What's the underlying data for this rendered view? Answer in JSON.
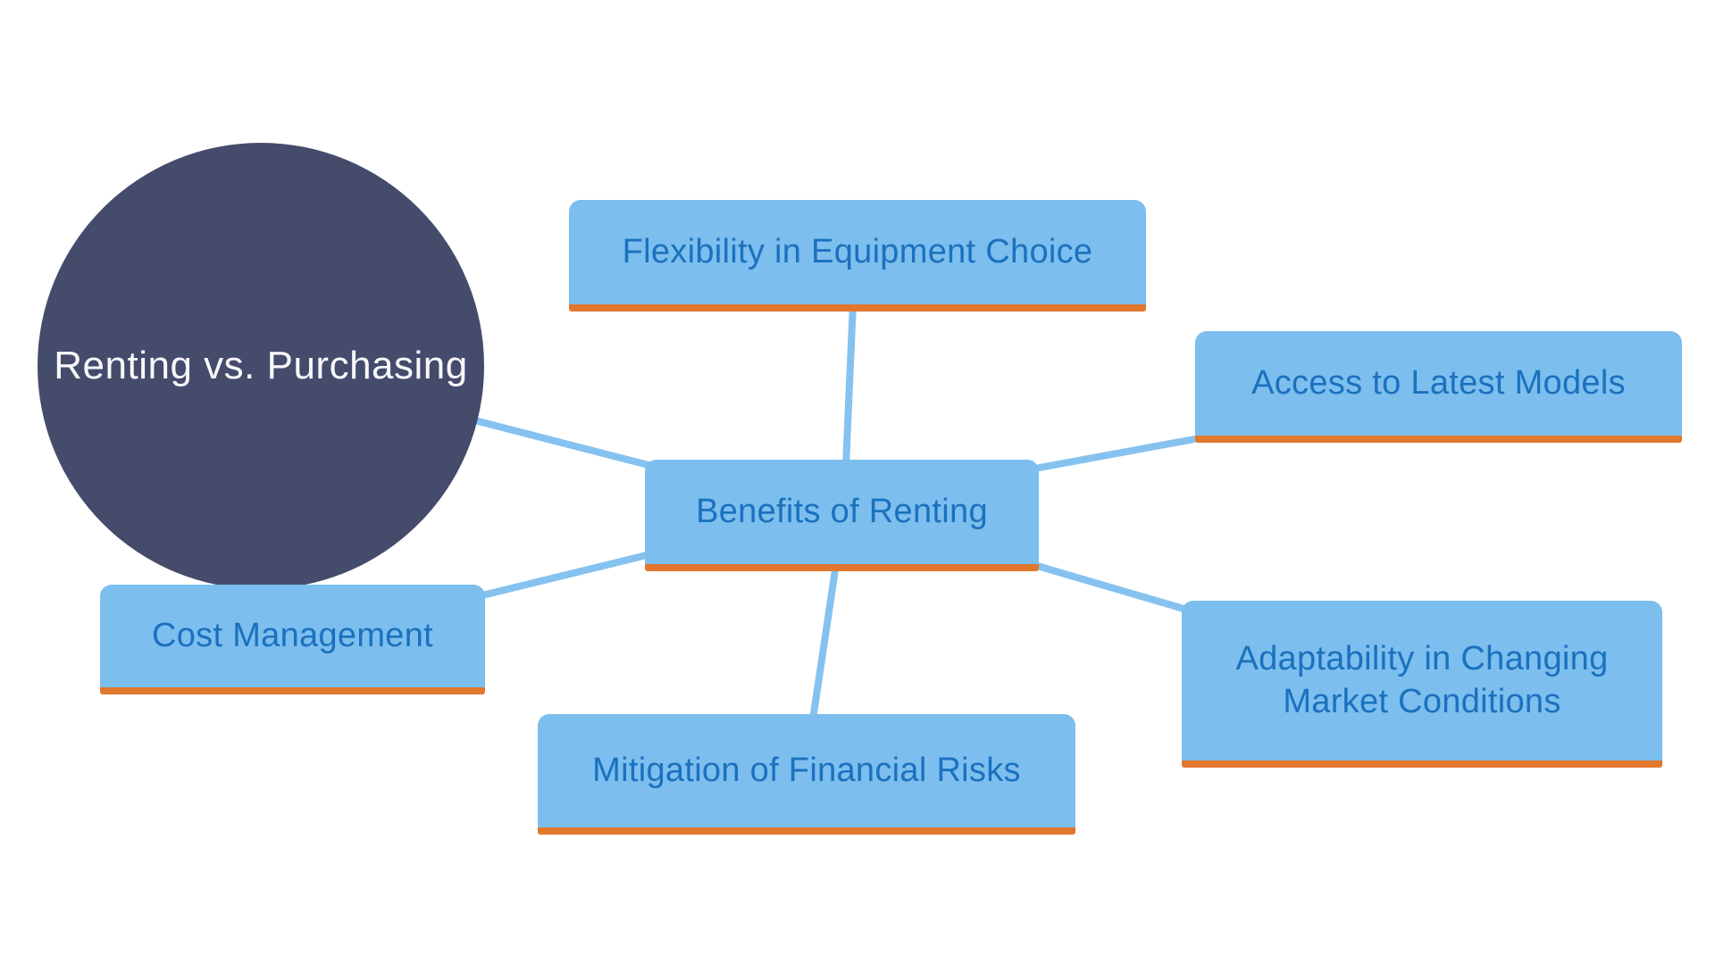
{
  "diagram": {
    "root": {
      "label": "Renting vs. Purchasing"
    },
    "hub": {
      "label": "Benefits of Renting"
    },
    "branches": [
      {
        "id": "flexibility",
        "label": "Flexibility in Equipment Choice"
      },
      {
        "id": "access",
        "label": "Access to Latest Models"
      },
      {
        "id": "adaptability",
        "label": "Adaptability in Changing Market Conditions"
      },
      {
        "id": "mitigation",
        "label": "Mitigation of Financial Risks"
      },
      {
        "id": "cost",
        "label": "Cost Management"
      }
    ],
    "colors": {
      "background": "#FFFFFF",
      "root_fill": "#454C6B",
      "root_text": "#F8F8FB",
      "node_fill": "#7CBEEE",
      "node_accent": "#E2772E",
      "node_text": "#1B71BE",
      "connector": "#85C2F0"
    }
  }
}
